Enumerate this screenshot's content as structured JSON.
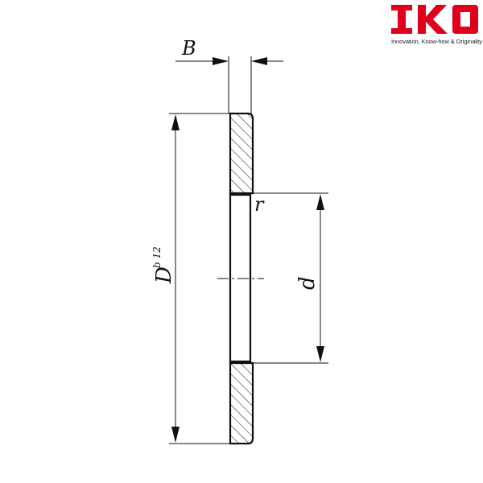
{
  "brand": {
    "name": "IKO",
    "tagline": "Innovation, Know-how & Originality",
    "color": "#e0001b"
  },
  "diagram": {
    "labels": {
      "B": "B",
      "r": "r",
      "d": "d",
      "D": "D",
      "D_tolerance": "b 12"
    }
  }
}
